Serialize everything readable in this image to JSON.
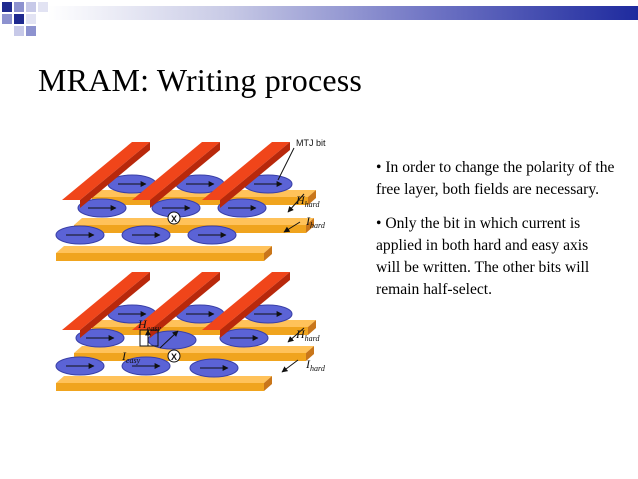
{
  "slide": {
    "title": "MRAM: Writing process",
    "bullets": [
      "In order to change the polarity of the free layer, both fields are necessary.",
      "Only the bit in which current is applied in both hard and easy axis will be written. The other bits will remain half-select."
    ]
  },
  "figure": {
    "mtj_label": "MTJ bit",
    "top_h_label": "H",
    "top_h_sub": "hard",
    "top_i_label": "I",
    "top_i_sub": "hard",
    "bottom_h_label": "H",
    "bottom_h_sub": "hard",
    "bottom_i_label": "I",
    "bottom_i_sub": "hard",
    "heasy_label": "H",
    "heasy_sub": "easy",
    "ieasy_label": "I",
    "ieasy_sub": "easy",
    "selected_mark": "X"
  },
  "colors": {
    "upper_line": "#f0451a",
    "lower_line": "#f0a41e",
    "bit_fill": "#5b63d6"
  }
}
